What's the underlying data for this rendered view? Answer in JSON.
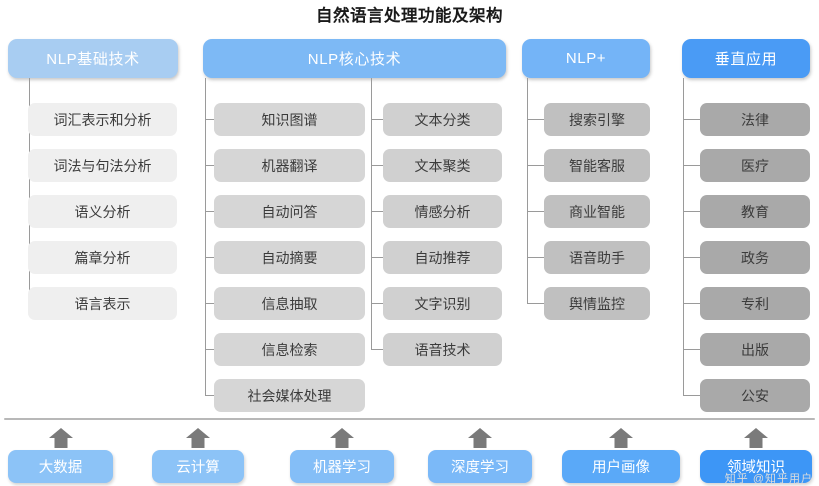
{
  "title": "自然语言处理功能及架构",
  "watermark": "知乎  @知乎用户",
  "colors": {
    "header_basic": "#a8cdf2",
    "header_core": "#7db9f5",
    "header_plus": "#74b4f7",
    "header_vertical": "#4a9bf5",
    "leaf_col1": "#efefef",
    "leaf_col2": "#d6d6d6",
    "leaf_col3": "#d0d0d0",
    "leaf_col4": "#c0c0c0",
    "leaf_col5": "#a9a9a9",
    "connector": "#9a9a9a",
    "rule": "#b8b8b8",
    "arrow": "#7a7a7a",
    "title_text": "#1a1a1a"
  },
  "headers": [
    {
      "id": "nlp-basic",
      "label": "NLP基础技术"
    },
    {
      "id": "nlp-core",
      "label": "NLP核心技术"
    },
    {
      "id": "nlp-plus",
      "label": "NLP+"
    },
    {
      "id": "nlp-vertical",
      "label": "垂直应用"
    }
  ],
  "columns": {
    "col1": {
      "parent": "NLP基础技术",
      "items": [
        "词汇表示和分析",
        "词法与句法分析",
        "语义分析",
        "篇章分析",
        "语言表示"
      ]
    },
    "col2": {
      "parent": "NLP核心技术",
      "items": [
        "知识图谱",
        "机器翻译",
        "自动问答",
        "自动摘要",
        "信息抽取",
        "信息检索",
        "社会媒体处理"
      ]
    },
    "col3": {
      "parent": "NLP核心技术",
      "items": [
        "文本分类",
        "文本聚类",
        "情感分析",
        "自动推荐",
        "文字识别",
        "语音技术"
      ]
    },
    "col4": {
      "parent": "NLP+",
      "items": [
        "搜索引擎",
        "智能客服",
        "商业智能",
        "语音助手",
        "舆情监控"
      ]
    },
    "col5": {
      "parent": "垂直应用",
      "items": [
        "法律",
        "医疗",
        "教育",
        "政务",
        "专利",
        "出版",
        "公安"
      ]
    }
  },
  "foundation": {
    "items": [
      {
        "label": "大数据",
        "color": "#8cc3f7"
      },
      {
        "label": "云计算",
        "color": "#8cc3f7"
      },
      {
        "label": "机器学习",
        "color": "#84bef7"
      },
      {
        "label": "深度学习",
        "color": "#7bb9f8"
      },
      {
        "label": "用户画像",
        "color": "#5aa9f8"
      },
      {
        "label": "领域知识",
        "color": "#3d96f6"
      }
    ],
    "arrow_icon": "arrow-up-icon"
  }
}
